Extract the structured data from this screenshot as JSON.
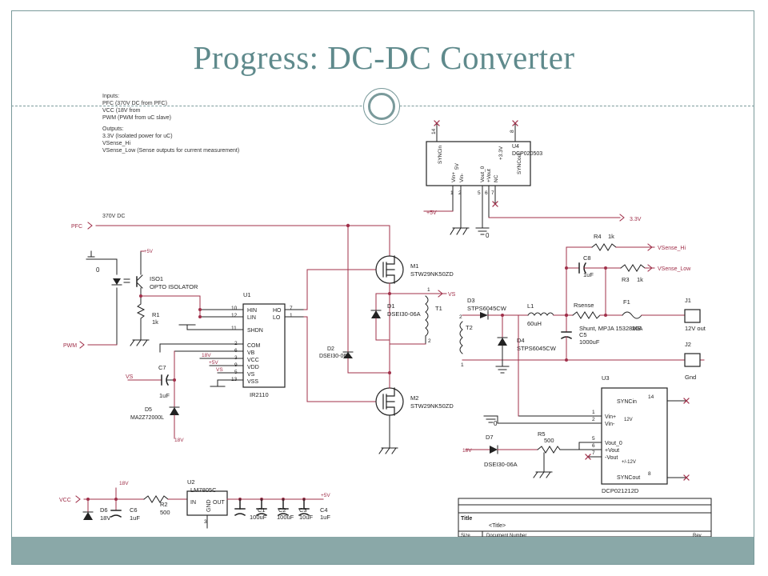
{
  "slide": {
    "title": "Progress: DC-DC Converter",
    "accent_color": "#5f8a8c",
    "footer_color": "#8aa8a8",
    "divider_icon": "double-ring"
  },
  "notes": {
    "inputs_header": "Inputs:",
    "inputs": [
      "PFC (370V DC from PFC)",
      "VCC (18V from",
      "PWM (PWM from uC slave)"
    ],
    "outputs_header": "Outputs:",
    "outputs": [
      "3.3V (Isolated power for uC)",
      "VSense_Hi",
      "VSense_Low (Sense outputs for current measurement)"
    ],
    "bus_label": "370V DC"
  },
  "nets": {
    "pfc": "PFC",
    "pwm": "PWM",
    "vs": "VS",
    "vcc": "VCC",
    "v18": "18V",
    "p5v": "+5V",
    "v33": "3.3V",
    "vsense_hi": "VSense_Hi",
    "vsense_low": "VSense_Low"
  },
  "components": {
    "iso1": {
      "ref": "ISO1",
      "value": "OPTO ISOLATOR"
    },
    "r1": {
      "ref": "R1",
      "value": "1k"
    },
    "u1": {
      "ref": "U1",
      "value": "IR2110",
      "pins": [
        "HIN",
        "LIN",
        "SHDN",
        "COM",
        "VB",
        "VCC",
        "VDD",
        "VS",
        "VSS",
        "HO",
        "LO"
      ],
      "pin_numbers": [
        "10",
        "12",
        "11",
        "2",
        "6",
        "3",
        "9",
        "5",
        "13",
        "7",
        "1"
      ]
    },
    "c7": {
      "ref": "C7",
      "value": "1uF"
    },
    "d5": {
      "ref": "D5",
      "value": "MA2Z72000L"
    },
    "m1": {
      "ref": "M1",
      "value": "STW29NK50ZD"
    },
    "m2": {
      "ref": "M2",
      "value": "STW29NK50ZD"
    },
    "d1": {
      "ref": "D1",
      "value": "DSEI30-06A"
    },
    "d2": {
      "ref": "D2",
      "value": "DSEI30-06A"
    },
    "t1": {
      "ref": "T1"
    },
    "t2": {
      "ref": "T2"
    },
    "u4": {
      "ref": "U4",
      "value": "DCP020503",
      "pins": [
        "SYNCin",
        "Vin+",
        "Vin-",
        "5V",
        "Vout_0",
        "+Vout",
        "NC",
        "+3.3V",
        "SYNCout"
      ],
      "pin_numbers": [
        "14",
        "1",
        "2",
        "5",
        "6",
        "7",
        "8"
      ]
    },
    "r4": {
      "ref": "R4",
      "value": "1k"
    },
    "c8": {
      "ref": "C8",
      "value": "1uF"
    },
    "r3": {
      "ref": "R3",
      "value": "1k"
    },
    "d3": {
      "ref": "D3",
      "value": "STPS6045CW"
    },
    "d4": {
      "ref": "D4",
      "value": "STPS6045CW"
    },
    "l1": {
      "ref": "L1",
      "value": "60uH"
    },
    "rsense": {
      "ref": "Rsense",
      "value": "Shunt, MPJA 15328ME"
    },
    "c5": {
      "ref": "C5",
      "value": "1000uF"
    },
    "f1": {
      "ref": "F1",
      "value": "20A"
    },
    "j1": {
      "ref": "J1",
      "value": "12V out"
    },
    "j2": {
      "ref": "J2",
      "value": "Gnd"
    },
    "u3": {
      "ref": "U3",
      "value": "DCP021212D",
      "pins": [
        "SYNCin",
        "Vin+",
        "Vin-",
        "Vout_0",
        "+Vout",
        "-Vout",
        "SYNCout"
      ],
      "pin_numbers": [
        "14",
        "1",
        "2",
        "5",
        "6",
        "7",
        "8"
      ],
      "in_label": "12V",
      "out_label": "+/-12V"
    },
    "r5": {
      "ref": "R5",
      "value": "500"
    },
    "d7": {
      "ref": "D7",
      "value": "DSEI30-06A"
    },
    "u2": {
      "ref": "U2",
      "value": "LM7805C",
      "pins": [
        "IN",
        "GND",
        "OUT"
      ]
    },
    "d6": {
      "ref": "D6",
      "value": "18V"
    },
    "c6": {
      "ref": "C6",
      "value": "1uF"
    },
    "r2": {
      "ref": "R2",
      "value": "500"
    },
    "c1": {
      "ref": "C1",
      "value": "100uF"
    },
    "c2": {
      "ref": "C2",
      "value": "100uF"
    },
    "c3": {
      "ref": "C3",
      "value": "10uF"
    },
    "c4": {
      "ref": "C4",
      "value": "1uF"
    }
  },
  "title_block": {
    "title_label": "Title",
    "title_value": "<Title>",
    "size_label": "Size",
    "docnum_label": "Document Number",
    "rev_label": "Rev"
  }
}
